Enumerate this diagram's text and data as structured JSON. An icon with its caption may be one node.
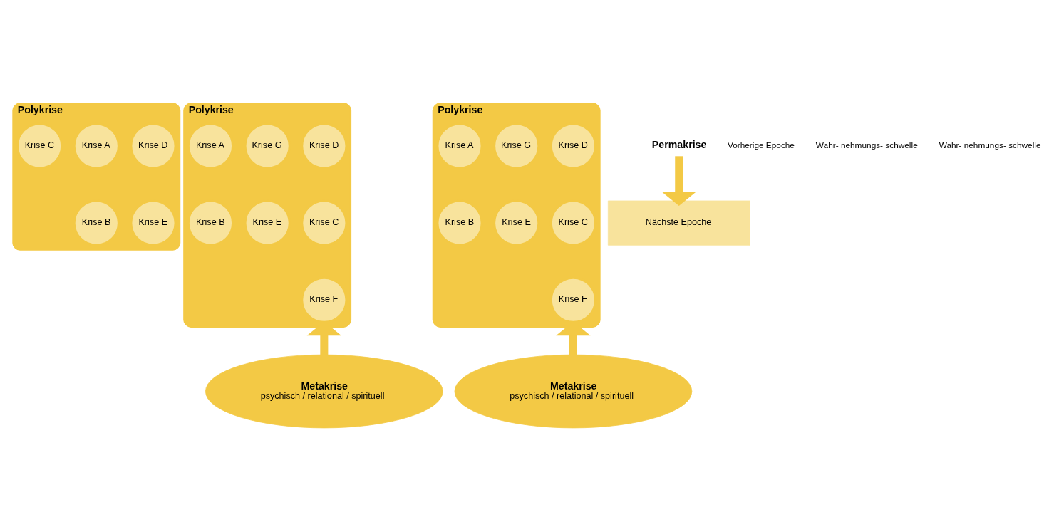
{
  "diagram": {
    "nodes": [
      {
        "text": [
          "Polykrise"
        ]
      },
      {
        "text": [
          "Krise D"
        ],
        "in": 0
      },
      {
        "text": [
          "Krise A"
        ],
        "in": 0
      },
      {
        "text": [
          "Krise C"
        ],
        "in": 0
      },
      {
        "text": [
          "Krise E"
        ],
        "in": 0
      },
      {
        "text": [
          "Krise B"
        ],
        "in": 0
      },
      {
        "text": [
          "Polykrise"
        ]
      },
      {
        "text": [
          "Krise D"
        ],
        "in": 6
      },
      {
        "text": [
          "Krise G"
        ],
        "in": 6
      },
      {
        "text": [
          "Krise A"
        ],
        "in": 6
      },
      {
        "text": [
          "Krise C"
        ],
        "in": 6
      },
      {
        "text": [
          "Krise E"
        ],
        "in": 6
      },
      {
        "text": [
          "Krise B"
        ],
        "in": 6
      },
      {
        "text": [
          "Krise F"
        ],
        "in": 6
      },
      {
        "text": [
          "Metakrise",
          "psychisch / relational / spirituell"
        ]
      },
      {
        "text": [
          "Polykrise"
        ]
      },
      {
        "text": [
          "Krise D"
        ],
        "in": 15
      },
      {
        "text": [
          "Krise G"
        ],
        "in": 15
      },
      {
        "text": [
          "Krise A"
        ],
        "in": 15
      },
      {
        "text": [
          "Krise C"
        ],
        "in": 15
      },
      {
        "text": [
          "Krise E"
        ],
        "in": 15
      },
      {
        "text": [
          "Krise B"
        ],
        "in": 15
      },
      {
        "text": [
          "Krise F"
        ],
        "in": 15
      },
      {
        "text": [
          "Metakrise",
          "psychisch / relational / spirituell"
        ]
      },
      {
        "text": [
          "Permakrise"
        ]
      },
      {
        "text": [
          "Nächste Epoche"
        ]
      }
    ],
    "edges": [
      {
        "from": 14,
        "to": 6,
        "arrow": "to"
      },
      {
        "from": 23,
        "to": 15,
        "arrow": "to"
      },
      {
        "from": 24,
        "to": 25,
        "arrow": "to"
      }
    ],
    "labels": [
      "Vorherige Epoche",
      "Wahr- nehmungs- schwelle",
      "Wahr- nehmungs- schwelle"
    ]
  }
}
